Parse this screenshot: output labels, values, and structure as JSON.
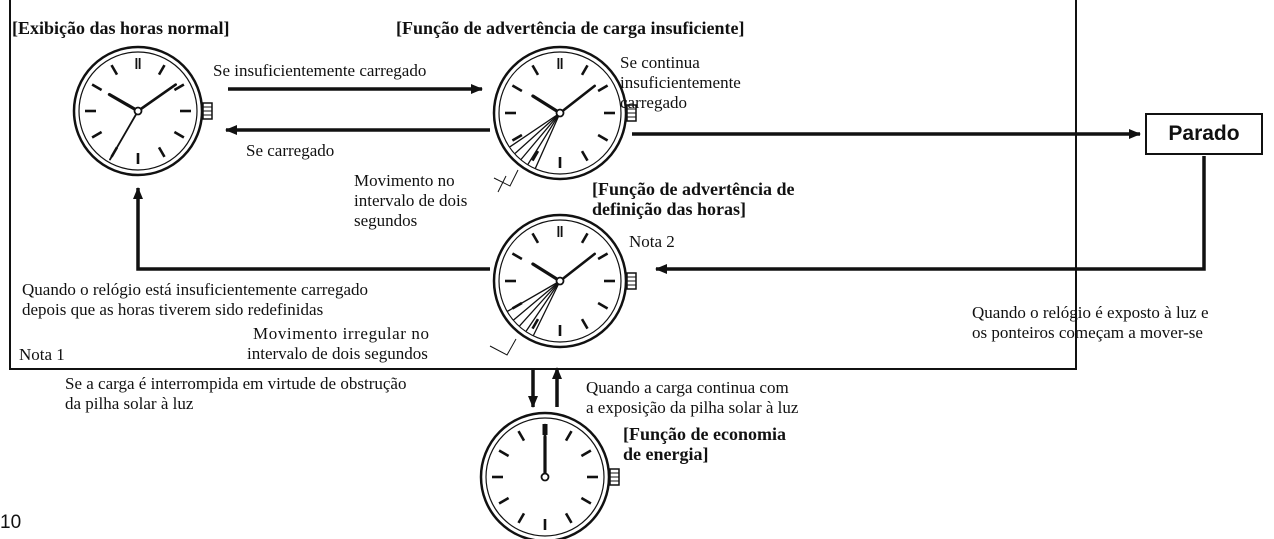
{
  "labels": {
    "normal_display": "[Exibição das horas normal]",
    "low_charge_warning": "[Função de advertência de carga insuficiente]",
    "time_setting_warning_line1": "[Função de advertência de",
    "time_setting_warning_line2": "definição das horas]",
    "power_saving_line1": "[Função de economia",
    "power_saving_line2": "de energia]"
  },
  "arrows": {
    "if_insufficiently_charged": "Se insuficientemente carregado",
    "if_charged": "Se carregado",
    "if_still_insufficient_line1": "Se continua",
    "if_still_insufficient_line2": "insuficientemente",
    "if_still_insufficient_line3": "carregado",
    "exposed_to_light_line1": "Quando o relógio é exposto à luz e",
    "exposed_to_light_line2": "os ponteiros começam a mover-se",
    "insufficient_after_reset_line1": "Quando o relógio está insuficientemente carregado",
    "insufficient_after_reset_line2": "depois que as horas tiverem sido redefinidas",
    "charge_interrupted_line1": "Se a carga é interrompida em virtude de obstrução",
    "charge_interrupted_line2": "da pilha solar à luz",
    "charge_continues_line1": "Quando a carga continua com",
    "charge_continues_line2": "a exposição da pilha solar à luz"
  },
  "notes": {
    "two_second_move_line1": "Movimento no",
    "two_second_move_line2": "intervalo de dois",
    "two_second_move_line3": "segundos",
    "irregular_move_line1": "Movimento irregular no",
    "irregular_move_line2": "intervalo de dois segundos",
    "note1": "Nota 1",
    "note2": "Nota 2"
  },
  "state": {
    "stopped": "Parado"
  },
  "page_number": "10"
}
